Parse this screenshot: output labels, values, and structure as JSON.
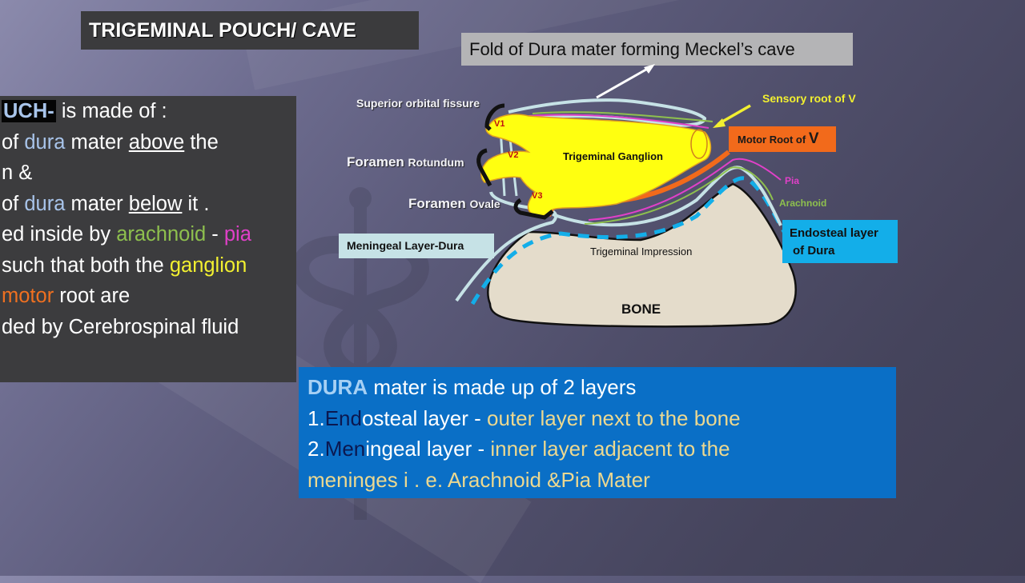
{
  "slide": {
    "title": "TRIGEMINAL POUCH/ CAVE",
    "background_colors": [
      "#8b8aac",
      "#5d5c7c",
      "#3f3e54"
    ]
  },
  "left_panel": {
    "lines": [
      {
        "parts": [
          {
            "text": "UCH-",
            "style": "highlight"
          },
          {
            "text": " is made of  :"
          }
        ]
      },
      {
        "parts": [
          {
            "text": " of  "
          },
          {
            "text": "dura",
            "color": "#a8c4ea"
          },
          {
            "text": " mater "
          },
          {
            "text": "above",
            "underline": true
          },
          {
            "text": " the"
          }
        ]
      },
      {
        "parts": [
          {
            "text": "n &"
          }
        ]
      },
      {
        "parts": [
          {
            "text": " of "
          },
          {
            "text": "dura",
            "color": "#a8c4ea"
          },
          {
            "text": " mater "
          },
          {
            "text": "below",
            "underline": true
          },
          {
            "text": " it ."
          }
        ]
      },
      {
        "parts": [
          {
            "text": "ed inside  by "
          },
          {
            "text": "arachnoid",
            "color": "#8ec04e"
          },
          {
            "text": " - "
          },
          {
            "text": "pia",
            "color": "#e040c8"
          }
        ]
      },
      {
        "parts": [
          {
            "text": "such that  both the "
          },
          {
            "text": "ganglion",
            "color": "#f2f030"
          }
        ]
      },
      {
        "parts": [
          {
            "text": " "
          },
          {
            "text": "motor",
            "color": "#f07020"
          },
          {
            "text": " root  are"
          }
        ]
      },
      {
        "parts": [
          {
            "text": "ded by Cerebrospinal fluid"
          }
        ]
      }
    ]
  },
  "diagram": {
    "callout_top": "Fold of Dura mater forming Meckel’s cave",
    "labels": {
      "superior_orbital_fissure": "Superior orbital fissure",
      "foramen_rotundum_a": "Foramen",
      "foramen_rotundum_b": "Rotundum",
      "foramen_ovale_a": "Foramen",
      "foramen_ovale_b": "Ovale",
      "v1": "V1",
      "v2": "V2",
      "v3": "V3",
      "trigeminal_ganglion": "Trigeminal Ganglion",
      "sensory_root": "Sensory root of V",
      "motor_root_a": "Motor Root of ",
      "motor_root_b": "V",
      "pia": "Pia",
      "arachnoid": "Arachnoid",
      "meningeal_layer": "Meningeal Layer-Dura",
      "endosteal_layer_a": "Endosteal layer",
      "endosteal_layer_b": "of Dura",
      "trigeminal_impression": "Trigeminal Impression",
      "bone": "BONE"
    },
    "colors": {
      "ganglion": "#ffff10",
      "motor_root": "#f26a1b",
      "endosteal": "#13aee9",
      "meningeal": "#c6e2e6",
      "pia": "#e040c8",
      "arachnoid": "#8ec04e",
      "bone": "#e4dccb",
      "sensory_arrow": "#f2f030"
    }
  },
  "dura_box": {
    "line1": {
      "a": "DURA",
      "b": " mater is made up of 2 layers"
    },
    "line2": {
      "a": "1.",
      "b": "End",
      "c": "osteal layer   -   ",
      "d": "outer layer next to the bone"
    },
    "line3": {
      "a": "2.",
      "b": "Men",
      "c": "ingeal layer    -   ",
      "d": "inner layer adjacent to the"
    },
    "line4": {
      "d": "meninges  i . e. Arachnoid  &Pia Mater"
    }
  }
}
